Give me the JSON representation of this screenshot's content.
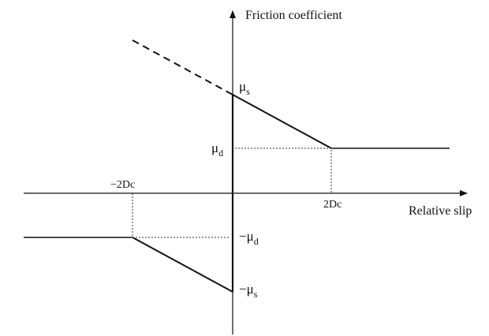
{
  "diagram": {
    "y_axis_label": "Friction coefficient",
    "x_axis_label": "Relative slip",
    "tick_labels": {
      "pos_2dc": "2Dc",
      "neg_2dc": "−2Dc"
    },
    "level_labels": {
      "mu_s": {
        "symbol": "μ",
        "sub": "s"
      },
      "mu_d": {
        "symbol": "μ",
        "sub": "d"
      },
      "neg_mu_d": {
        "symbol": "−μ",
        "sub": "d"
      },
      "neg_mu_s": {
        "symbol": "−μ",
        "sub": "s"
      }
    }
  }
}
